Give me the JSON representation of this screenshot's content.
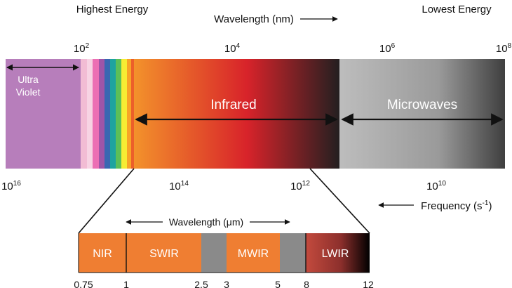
{
  "headings": {
    "highest_energy": "Highest Energy",
    "lowest_energy": "Lowest Energy",
    "wavelength_nm": "Wavelength (nm)",
    "frequency_base": "Frequency (s",
    "frequency_exp": "-1",
    "frequency_close": ")",
    "wavelength_um": "Wavelength (μm)"
  },
  "wavelength_ticks": [
    {
      "base": "10",
      "exp": "2"
    },
    {
      "base": "10",
      "exp": "4"
    },
    {
      "base": "10",
      "exp": "6"
    },
    {
      "base": "10",
      "exp": "8"
    }
  ],
  "frequency_ticks": [
    {
      "base": "10",
      "exp": "16"
    },
    {
      "base": "10",
      "exp": "14"
    },
    {
      "base": "10",
      "exp": "12"
    },
    {
      "base": "10",
      "exp": "10"
    }
  ],
  "regions": {
    "uv_line1": "Ultra",
    "uv_line2": "Violet",
    "infrared": "Infrared",
    "microwaves": "Microwaves"
  },
  "ir_bands": [
    {
      "label": "NIR",
      "from_um": 0.75,
      "to_um": 1
    },
    {
      "label": "SWIR",
      "from_um": 1,
      "to_um": 2.5
    },
    {
      "label": "MWIR",
      "from_um": 3,
      "to_um": 5
    },
    {
      "label": "LWIR",
      "from_um": 8,
      "to_um": 12
    }
  ],
  "ir_ticks": [
    "0.75",
    "1",
    "2.5",
    "3",
    "5",
    "8",
    "12"
  ],
  "colors": {
    "uv": "#b77ebb",
    "visible": [
      "#f2bcd4",
      "#ec6fb4",
      "#9f55a8",
      "#3a67b2",
      "#1ea3a0",
      "#5cbf58",
      "#f7ec33",
      "#f8a427",
      "#ec5f2a"
    ],
    "infrared_start": "#f3922b",
    "infrared_mid": "#d8232a",
    "infrared_end": "#231f20",
    "microwave_start": "#bdbdbd",
    "microwave_end": "#3f3f3f",
    "ir_band": "#ef7e32",
    "ir_gap": "#8a8a8a",
    "lwir_start": "#c34a3d",
    "lwir_end": "#000000"
  }
}
